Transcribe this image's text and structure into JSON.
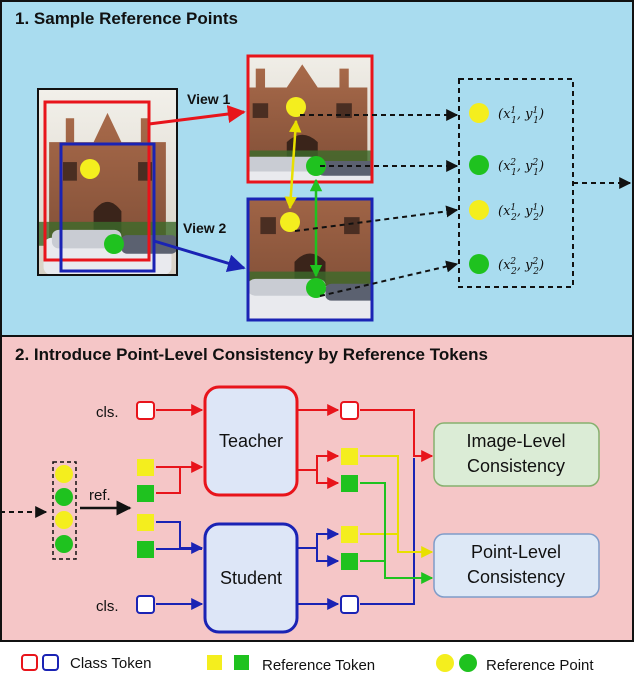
{
  "section1": {
    "title": "1. Sample Reference Points",
    "view1": "View 1",
    "view2": "View 2"
  },
  "points": [
    {
      "x": "x",
      "y": "y",
      "sup": "1",
      "sub": "1"
    },
    {
      "x": "x",
      "y": "y",
      "sup": "2",
      "sub": "1"
    },
    {
      "x": "x",
      "y": "y",
      "sup": "1",
      "sub": "2"
    },
    {
      "x": "x",
      "y": "y",
      "sup": "2",
      "sub": "2"
    }
  ],
  "section2": {
    "title": "2. Introduce Point-Level Consistency by Reference Tokens",
    "cls_top": "cls.",
    "cls_bottom": "cls.",
    "ref": "ref.",
    "teacher": "Teacher",
    "student": "Student",
    "image_level_1": "Image-Level",
    "image_level_2": "Consistency",
    "point_level_1": "Point-Level",
    "point_level_2": "Consistency"
  },
  "legend": {
    "class_token": "Class Token",
    "reference_token": "Reference Token",
    "reference_point": "Reference Point"
  },
  "colors": {
    "red": "#e8141b",
    "blue": "#1a23b4",
    "yellow": "#f4ee1e",
    "green": "#1fc21f",
    "panel_top": "#a9dcef",
    "panel_bottom": "#f5c6c7",
    "block_fill": "#dde6f7",
    "image_level_fill": "#dbecd6",
    "point_level_fill": "#dde8f6"
  }
}
